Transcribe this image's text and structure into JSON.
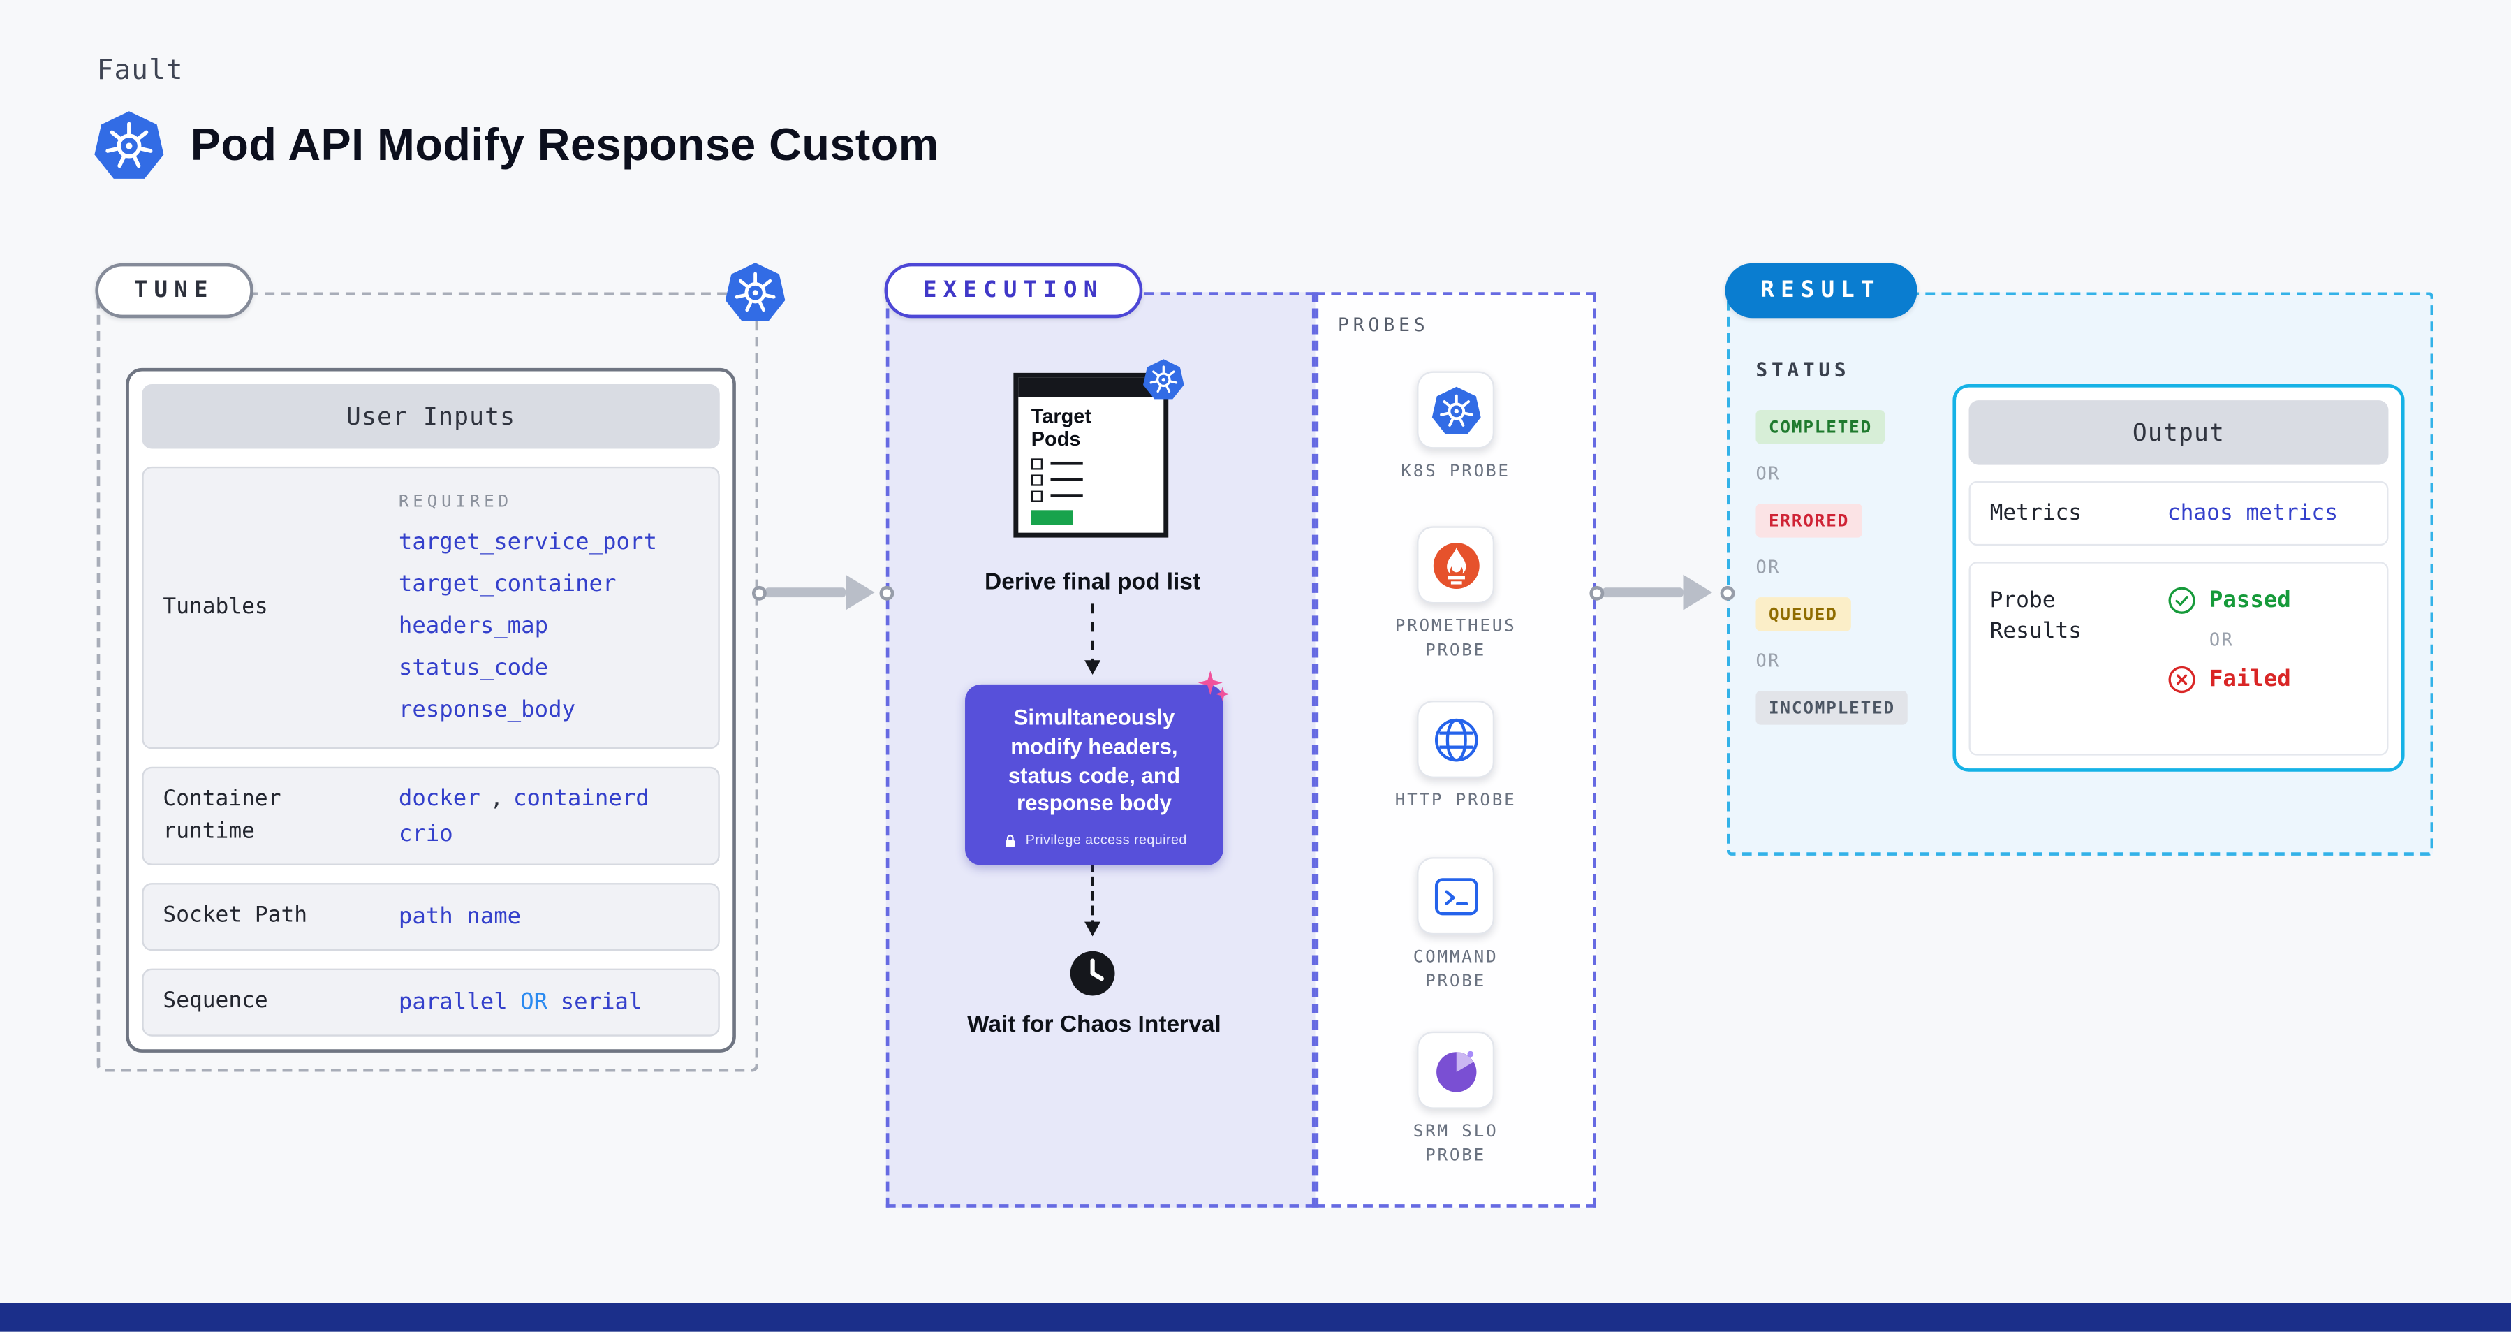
{
  "page": {
    "kicker": "Fault",
    "title": "Pod API Modify Response Custom"
  },
  "tune": {
    "label": "TUNE",
    "card_title": "User Inputs",
    "tunables": {
      "label": "Tunables",
      "required_label": "REQUIRED",
      "items": [
        "target_service_port",
        "target_container",
        "headers_map",
        "status_code",
        "response_body"
      ]
    },
    "container_runtime": {
      "label": "Container runtime",
      "values": [
        "docker",
        "containerd",
        "crio"
      ],
      "separator": ","
    },
    "socket_path": {
      "label": "Socket Path",
      "value": "path name"
    },
    "sequence": {
      "label": "Sequence",
      "value_a": "parallel",
      "or": "OR",
      "value_b": "serial"
    }
  },
  "execution": {
    "label": "EXECUTION",
    "target_pods_title": "Target Pods",
    "derive_caption": "Derive final pod list",
    "action_text": "Simultaneously modify headers, status code, and response body",
    "privilege_note": "Privilege access required",
    "wait_caption": "Wait for Chaos Interval"
  },
  "probes": {
    "label": "PROBES",
    "items": [
      {
        "icon": "kubernetes-icon",
        "label": "K8S PROBE"
      },
      {
        "icon": "prometheus-icon",
        "label": "PROMETHEUS PROBE"
      },
      {
        "icon": "globe-icon",
        "label": "HTTP PROBE"
      },
      {
        "icon": "terminal-icon",
        "label": "COMMAND PROBE"
      },
      {
        "icon": "pie-chart-icon",
        "label": "SRM SLO PROBE"
      }
    ]
  },
  "result": {
    "label": "RESULT",
    "status_label": "STATUS",
    "or_label": "OR",
    "statuses": [
      {
        "label": "COMPLETED",
        "bg": "#d7eed7",
        "fg": "#1f7a2e"
      },
      {
        "label": "ERRORED",
        "bg": "#fbe3e5",
        "fg": "#cf2335"
      },
      {
        "label": "QUEUED",
        "bg": "#fbeec8",
        "fg": "#8f6c00"
      },
      {
        "label": "INCOMPLETED",
        "bg": "#e2e4e9",
        "fg": "#4b5563"
      }
    ],
    "output": {
      "title": "Output",
      "metrics_label": "Metrics",
      "metrics_value": "chaos metrics",
      "probe_results_label": "Probe Results",
      "passed": "Passed",
      "or_label": "OR",
      "failed": "Failed"
    }
  },
  "colors": {
    "accent_link": "#3440cb",
    "sequence_or": "#2a8af0",
    "k8s_blue": "#326ce5",
    "execution_purple": "#5750da",
    "execution_bg": "#e7e8f9",
    "execution_border": "#666ae2",
    "result_pill": "#0a7dd0",
    "result_border": "#33b2e8",
    "result_bg": "#edf6fd",
    "output_border": "#16b2e6",
    "passed_green": "#169a3a",
    "failed_red": "#d92626",
    "prometheus_orange": "#e6522c",
    "probe_icon_blue": "#2563eb",
    "srm_purple": "#7a4fd3",
    "sparkle_pink": "#f0529c",
    "footer_bar": "#1b2f8a"
  }
}
